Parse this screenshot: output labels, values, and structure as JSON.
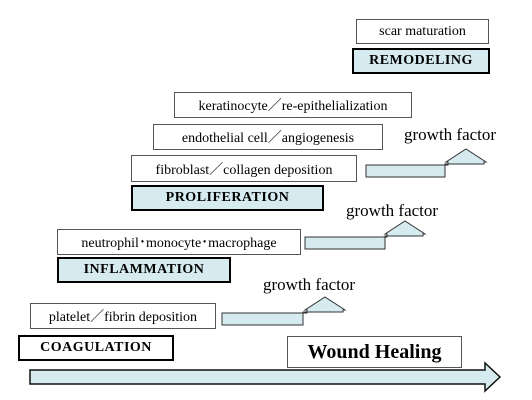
{
  "phases": {
    "coagulation": "COAGULATION",
    "inflammation": "INFLAMMATION",
    "proliferation": "PROLIFERATION",
    "remodeling": "REMODELING"
  },
  "events": {
    "platelet": "platelet／fibrin deposition",
    "neutrophil": "neutrophil･monocyte･macrophage",
    "fibroblast": "fibroblast／collagen deposition",
    "endothelial": "endothelial cell／angiogenesis",
    "keratinocyte": "keratinocyte／re-epithelialization",
    "scar": "scar maturation"
  },
  "growth_factor_label": "growth factor",
  "main_label": "Wound Healing",
  "colors": {
    "phase_fill": "#d6ebf0",
    "arrow_fill": "#d6ebf0",
    "border": "#000000"
  }
}
